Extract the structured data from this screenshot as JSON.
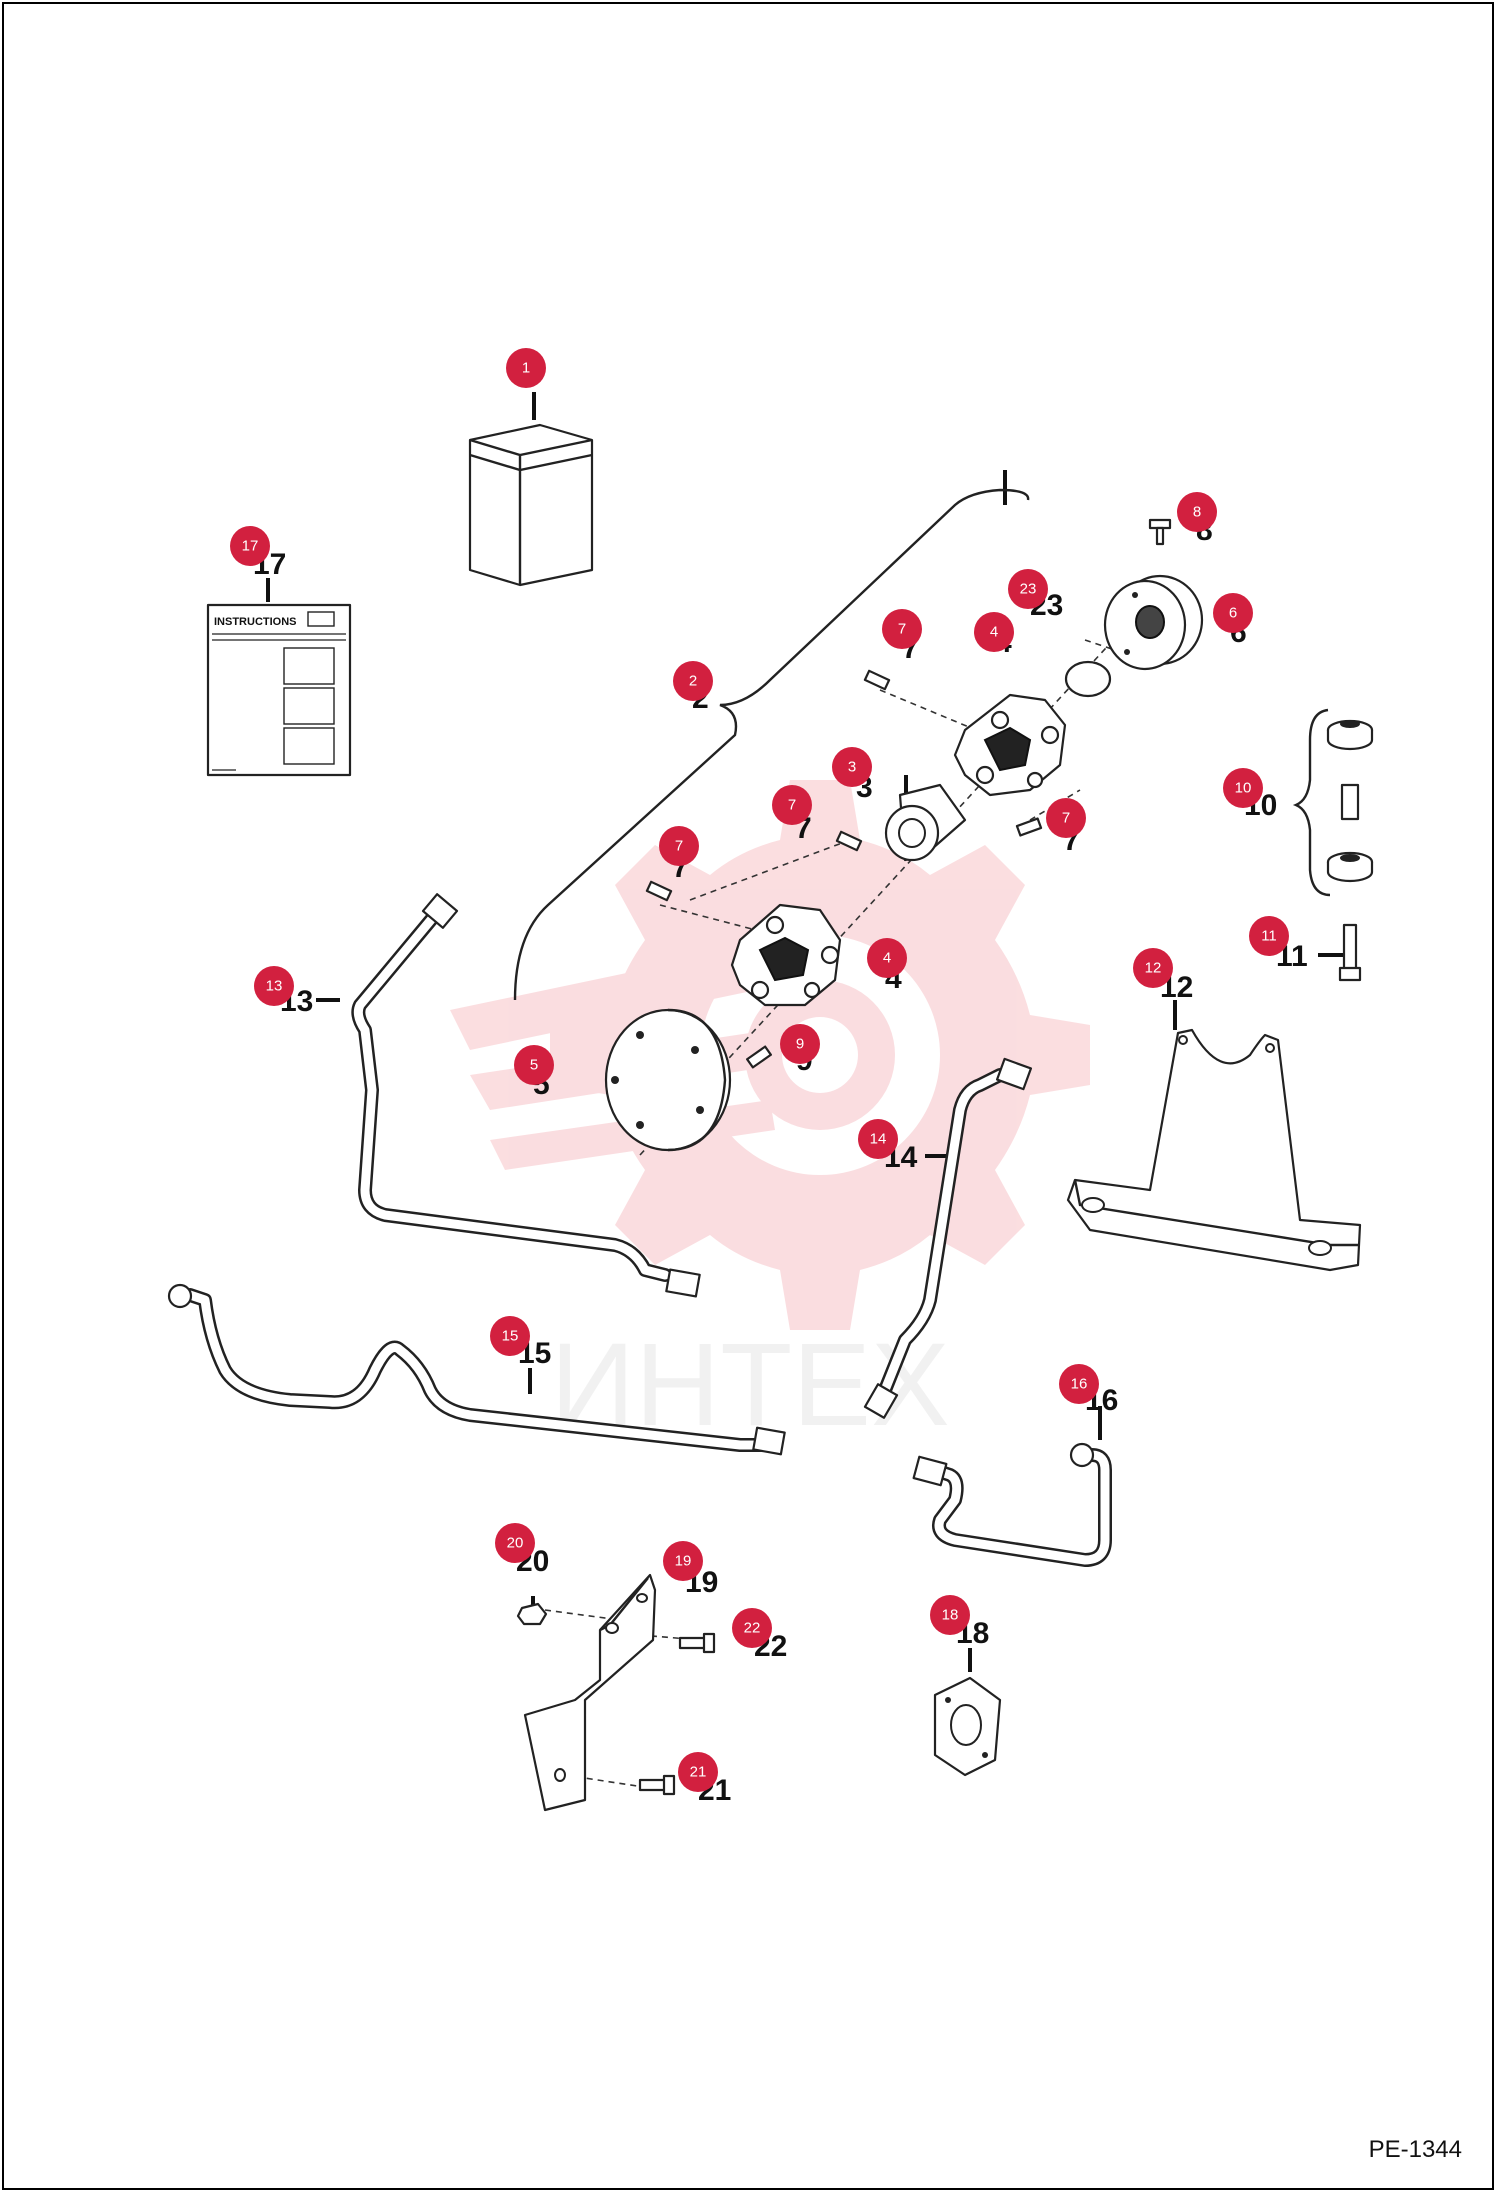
{
  "watermark": {
    "text": "ИНТЕХ",
    "color": "#f6c9cc"
  },
  "colors": {
    "badge": "#d2203f",
    "line": "#222222"
  },
  "sheet": {
    "instructions_label": "INSTRUCTIONS"
  },
  "page_code": "PE-1344",
  "callouts": [
    {
      "id": "1",
      "label": "1",
      "number": ""
    },
    {
      "id": "2",
      "label": "2",
      "number": "2"
    },
    {
      "id": "3",
      "label": "3",
      "number": "3"
    },
    {
      "id": "4a",
      "label": "4",
      "number": "4"
    },
    {
      "id": "4b",
      "label": "4",
      "number": "4"
    },
    {
      "id": "5",
      "label": "5",
      "number": "5"
    },
    {
      "id": "6",
      "label": "6",
      "number": "6"
    },
    {
      "id": "7a",
      "label": "7",
      "number": "7"
    },
    {
      "id": "7b",
      "label": "7",
      "number": "7"
    },
    {
      "id": "7c",
      "label": "7",
      "number": "7"
    },
    {
      "id": "7d",
      "label": "7",
      "number": "7"
    },
    {
      "id": "8",
      "label": "8",
      "number": "8"
    },
    {
      "id": "9",
      "label": "9",
      "number": "9"
    },
    {
      "id": "10",
      "label": "10",
      "number": "10"
    },
    {
      "id": "11",
      "label": "11",
      "number": "11"
    },
    {
      "id": "12",
      "label": "12",
      "number": "12"
    },
    {
      "id": "13",
      "label": "13",
      "number": "13"
    },
    {
      "id": "14",
      "label": "14",
      "number": "14"
    },
    {
      "id": "15",
      "label": "15",
      "number": "15"
    },
    {
      "id": "16",
      "label": "16",
      "number": "16"
    },
    {
      "id": "17",
      "label": "17",
      "number": "17"
    },
    {
      "id": "18",
      "label": "18",
      "number": "18"
    },
    {
      "id": "19",
      "label": "19",
      "number": "19"
    },
    {
      "id": "20",
      "label": "20",
      "number": "20"
    },
    {
      "id": "21",
      "label": "21",
      "number": "21"
    },
    {
      "id": "22",
      "label": "22",
      "number": "22"
    },
    {
      "id": "23",
      "label": "23",
      "number": "23"
    }
  ]
}
